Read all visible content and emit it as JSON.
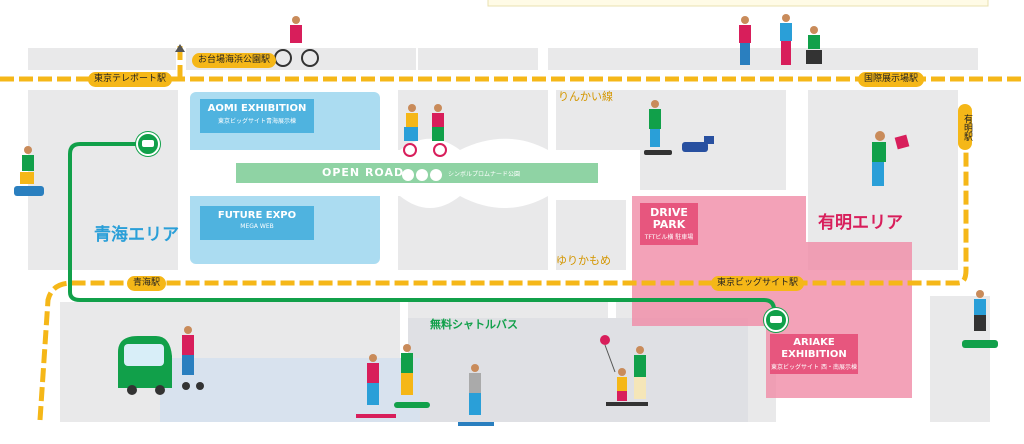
{
  "stations": {
    "tokyo_teleport": "東京テレポート駅",
    "odaiba_kaihin": "お台場海浜公園駅",
    "kokusai_tenjijo": "国際展示場駅",
    "ariake": "有明駅",
    "aomi": "青海駅",
    "tokyo_big_sight": "東京ビッグサイト駅"
  },
  "lines": {
    "rinkai": "りんかい線",
    "yurikamome": "ゆりかもめ",
    "shuttle_bus": "無料シャトルバス"
  },
  "areas": {
    "aomi_area": "青海エリア",
    "ariake_area": "有明エリア"
  },
  "venues": {
    "aomi_exhibition": {
      "title": "AOMI EXHIBITION",
      "sub": "東京ビッグサイト青海展示棟"
    },
    "future_expo": {
      "title": "FUTURE EXPO",
      "sub": "MEGA WEB"
    },
    "open_road": {
      "title": "OPEN ROAD",
      "sub": "シンボルプロムナード公園"
    },
    "drive_park": {
      "title_1": "DRIVE",
      "title_2": "PARK",
      "sub": "TFTビル横 駐車場"
    },
    "ariake_exhibition": {
      "title_1": "ARIAKE",
      "title_2": "EXHIBITION",
      "sub": "東京ビッグサイト 西・南展示棟"
    }
  },
  "colors": {
    "rail": "#f5b718",
    "bus_route": "#11a04a",
    "aomi_zone": "#8fd0ec",
    "ariake_zone": "#f08ba6",
    "aomi_box": "#4fb3df",
    "ariake_box": "#e7567e",
    "aomi_text": "#2a9fd8",
    "ariake_text": "#d81e5b",
    "open_road": "#8fd3a4"
  },
  "icons": [
    "bus-icon",
    "arrow-up-icon",
    "person-icon",
    "balloon-icon",
    "robot-dog-icon",
    "wheelchair-icon",
    "scooter-icon",
    "autonomous-bus-icon"
  ]
}
